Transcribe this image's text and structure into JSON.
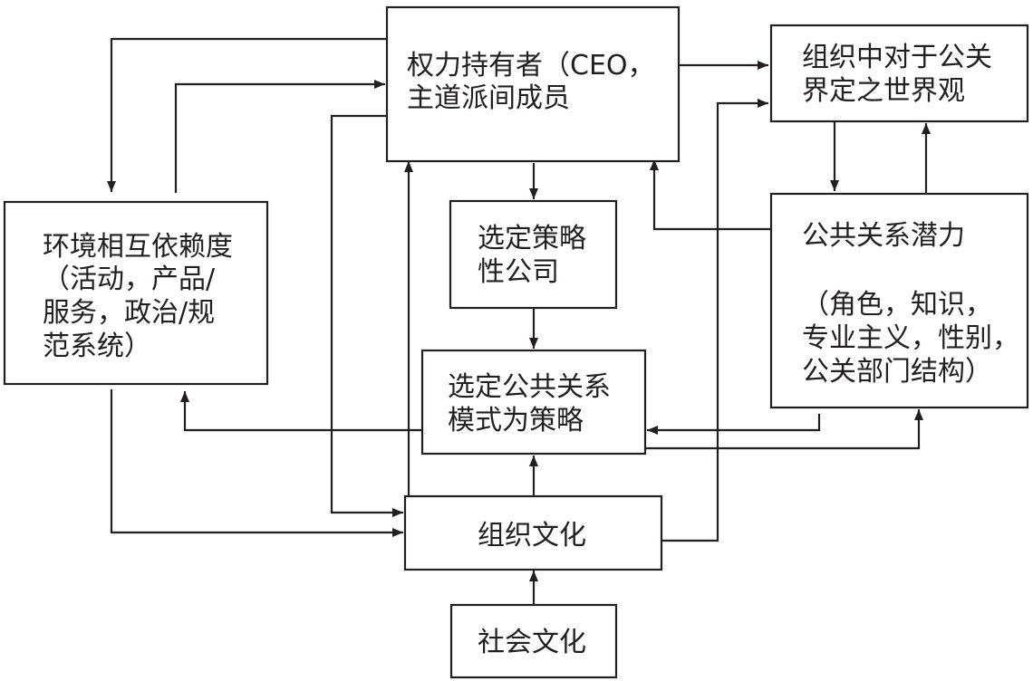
{
  "diagram": {
    "type": "flowchart",
    "colors": {
      "stroke": "#231f20",
      "background": "#ffffff",
      "text": "#231f20"
    },
    "nodes": [
      {
        "id": "power",
        "lines": [
          "权力持有者（CEO，",
          "主道派间成员"
        ]
      },
      {
        "id": "worldview",
        "lines": [
          "组织中对于公关",
          "界定之世界观"
        ]
      },
      {
        "id": "environment",
        "lines": [
          "环境相互依赖度",
          "（活动，产品/",
          "服务，政治/规",
          "范系统）"
        ]
      },
      {
        "id": "strategic_company",
        "lines": [
          "选定策略",
          "性公司"
        ]
      },
      {
        "id": "pr_potential",
        "lines": [
          "公共关系潜力",
          "",
          "（角色，知识，",
          "专业主义，性别，",
          "公关部门结构）"
        ]
      },
      {
        "id": "pr_model",
        "lines": [
          "选定公共关系",
          "模式为策略"
        ]
      },
      {
        "id": "org_culture",
        "lines": [
          "组织文化"
        ]
      },
      {
        "id": "social_culture",
        "lines": [
          "社会文化"
        ]
      }
    ],
    "edges": [
      {
        "from": "power",
        "to": "environment"
      },
      {
        "from": "environment",
        "to": "power"
      },
      {
        "from": "power",
        "to": "org_culture"
      },
      {
        "from": "power",
        "to": "worldview"
      },
      {
        "from": "org_culture",
        "to": "worldview"
      },
      {
        "from": "power",
        "to": "strategic_company"
      },
      {
        "from": "worldview",
        "to": "pr_potential"
      },
      {
        "from": "pr_potential",
        "to": "worldview"
      },
      {
        "from": "pr_potential",
        "to": "power"
      },
      {
        "from": "strategic_company",
        "to": "pr_model"
      },
      {
        "from": "pr_model",
        "to": "environment"
      },
      {
        "from": "pr_potential",
        "to": "pr_model"
      },
      {
        "from": "pr_model",
        "to": "pr_potential"
      },
      {
        "from": "environment",
        "to": "org_culture"
      },
      {
        "from": "org_culture",
        "to": "power"
      },
      {
        "from": "org_culture",
        "to": "pr_model"
      },
      {
        "from": "social_culture",
        "to": "org_culture"
      }
    ]
  }
}
